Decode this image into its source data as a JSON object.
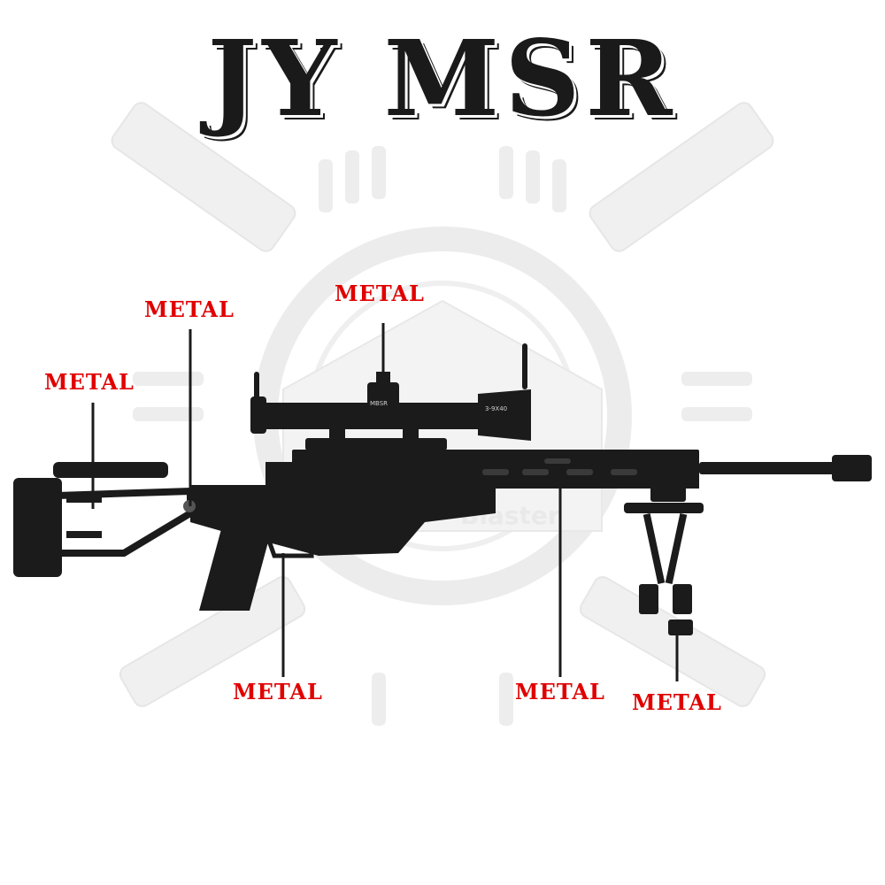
{
  "title": "JY MSR",
  "watermark": {
    "text": "Blaster",
    "logo": "MBSR"
  },
  "scope_text": {
    "model": "3-9X40",
    "brand": "MBSR"
  },
  "labels": [
    {
      "id": "stock",
      "text": "METAL"
    },
    {
      "id": "buttstock",
      "text": "METAL"
    },
    {
      "id": "scope",
      "text": "METAL"
    },
    {
      "id": "trigger",
      "text": "METAL"
    },
    {
      "id": "handguard",
      "text": "METAL"
    },
    {
      "id": "bipod",
      "text": "METAL"
    }
  ],
  "colors": {
    "label": "#e00000",
    "rifle": "#1b1b1b",
    "watermark": "#ececec"
  }
}
